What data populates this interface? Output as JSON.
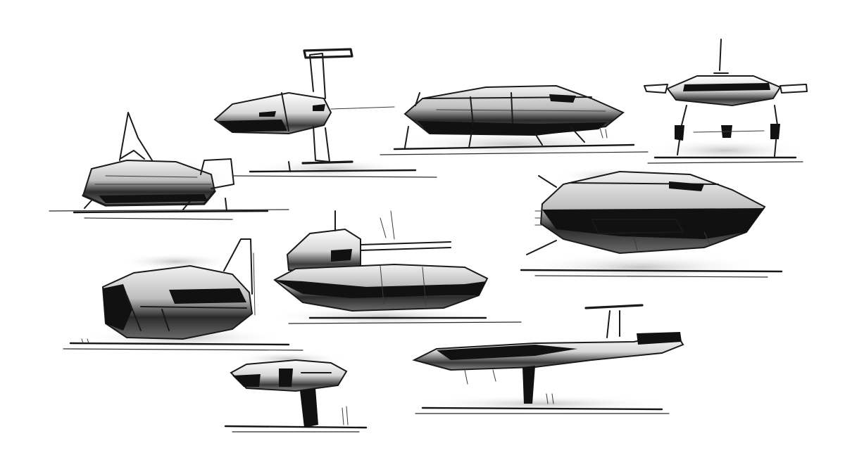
{
  "sketch": {
    "ink_color": "#111111",
    "paper_color": "#ffffff",
    "subjects": [
      "vehicle-hover-tank",
      "vehicle-tail-rotor-ship",
      "vehicle-long-cruiser",
      "vehicle-quad-lander",
      "vehicle-disc-hover",
      "vehicle-turret-tank",
      "vehicle-bullet-ship",
      "vehicle-blunt-nose-craft",
      "vehicle-mushroom-pod",
      "vehicle-rotor-glider"
    ]
  }
}
